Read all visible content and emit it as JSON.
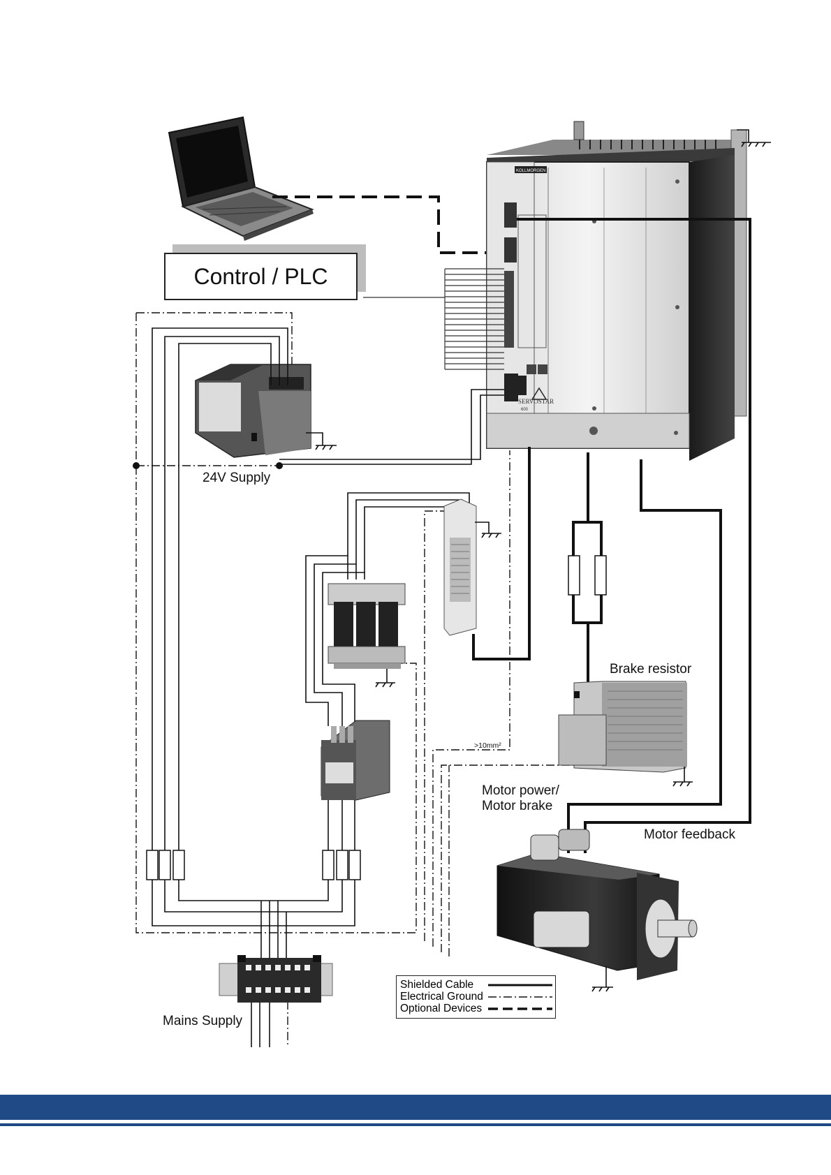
{
  "labels": {
    "control_plc": "Control / PLC",
    "supply_24v": "24V Supply",
    "brake_resistor": "Brake resistor",
    "mains_supply": "Mains Supply",
    "motor_power_line1": "Motor power/",
    "motor_power_line2": "Motor brake",
    "motor_feedback": "Motor feedback",
    "ground_section": ">10mm²"
  },
  "legend": {
    "shielded_cable": "Shielded Cable",
    "electrical_ground": "Electrical Ground",
    "optional_devices": "Optional Devices"
  },
  "drive": {
    "brand": "KOLLMORGEN",
    "model": "SERVOSTAR",
    "model_sub": "600"
  },
  "colors": {
    "footer": "#1f4a86",
    "line": "#111111",
    "shadow": "#bdbdbd"
  }
}
